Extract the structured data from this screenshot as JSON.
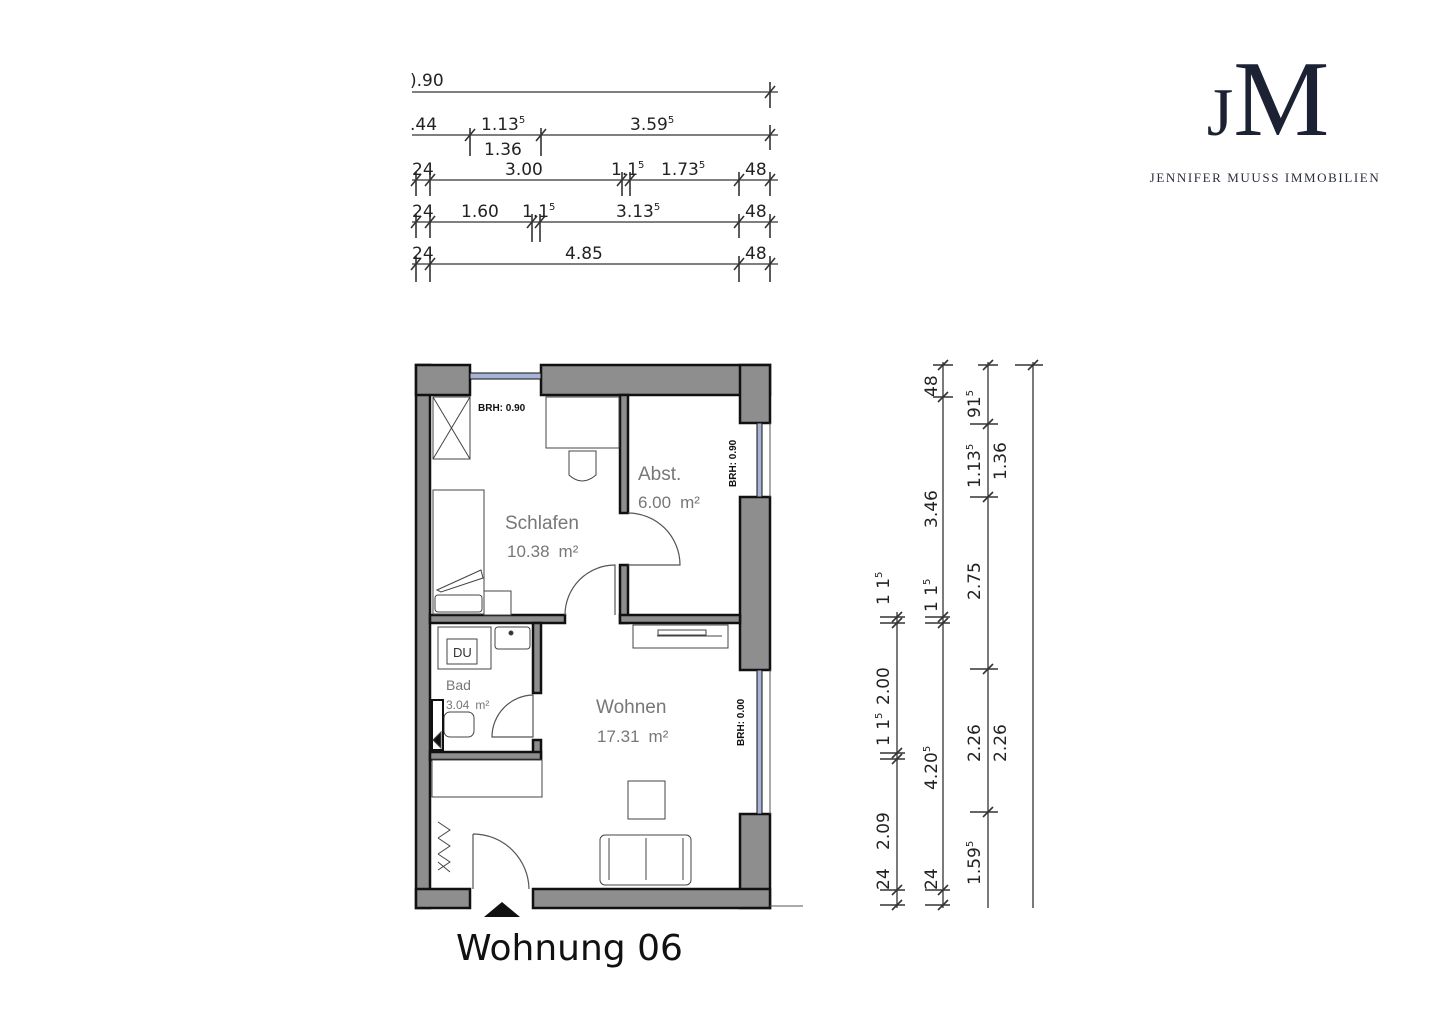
{
  "brand": {
    "monogram_j": "J",
    "monogram_m": "M",
    "name": "JENNIFER MUUSS IMMOBILIEN",
    "color": "#1c2233"
  },
  "unit": {
    "title": "Wohnung 06",
    "entrance_icon": "entrance-triangle-icon"
  },
  "rooms": [
    {
      "name": "Schlafen",
      "area": "10.38",
      "unit": "m²"
    },
    {
      "name": "Abst.",
      "area": "6.00",
      "unit": "m²"
    },
    {
      "name": "Bad",
      "area": "3.04",
      "unit": "m²"
    },
    {
      "name": "Wohnen",
      "area": "17.31",
      "unit": "m²"
    }
  ],
  "fixtures": {
    "shower_label": "DU"
  },
  "windows": [
    {
      "label": "BRH:  0.90",
      "location": "Schlafen top"
    },
    {
      "label": "BRH: 0.90",
      "location": "Abst. right"
    },
    {
      "label": "BRH:  0.00",
      "location": "Wohnen right"
    }
  ],
  "dimensions_top": {
    "row1": {
      "values": [
        ".90"
      ],
      "prefix": ")"
    },
    "row2": {
      "values": [
        ".44",
        "1.13",
        "3.59"
      ],
      "sup": [
        "",
        "5",
        "5"
      ],
      "below": "1.36"
    },
    "row3": {
      "values": [
        "24",
        "3.00",
        "1.1",
        "1.73",
        "48"
      ],
      "sup": [
        "",
        "",
        "5",
        "5",
        ""
      ]
    },
    "row4": {
      "values": [
        "24",
        "1.60",
        "1.1",
        "3.13",
        "48"
      ],
      "sup": [
        "",
        "",
        "5",
        "5",
        ""
      ]
    },
    "row5": {
      "values": [
        "24",
        "4.85",
        "48"
      ]
    }
  },
  "dimensions_right": {
    "col1": [
      {
        "v": "1",
        "sup": "15"
      },
      {
        "v": "2.00"
      },
      {
        "v": "1",
        "sup": "15"
      },
      {
        "v": "2.09"
      },
      {
        "v": "24"
      }
    ],
    "col2": [
      {
        "v": "48"
      },
      {
        "v": "3.46"
      },
      {
        "v": "1",
        "sup": "15"
      },
      {
        "v": "4.20",
        "sup": "5"
      },
      {
        "v": "24"
      }
    ],
    "col3": [
      {
        "v": "91",
        "sup": "5"
      },
      {
        "v": "1.13",
        "sup": "5"
      },
      {
        "v": "2.75"
      },
      {
        "v": "2.26"
      },
      {
        "v": "1.59",
        "sup": "5"
      }
    ],
    "col4": [
      {
        "v": "1.36"
      },
      {
        "v": "2.26"
      }
    ]
  },
  "colors": {
    "wall_fill": "#8e8e8e",
    "wall_outline": "#111111",
    "window_glass": "#a8b4d6",
    "room_label": "#777777"
  }
}
